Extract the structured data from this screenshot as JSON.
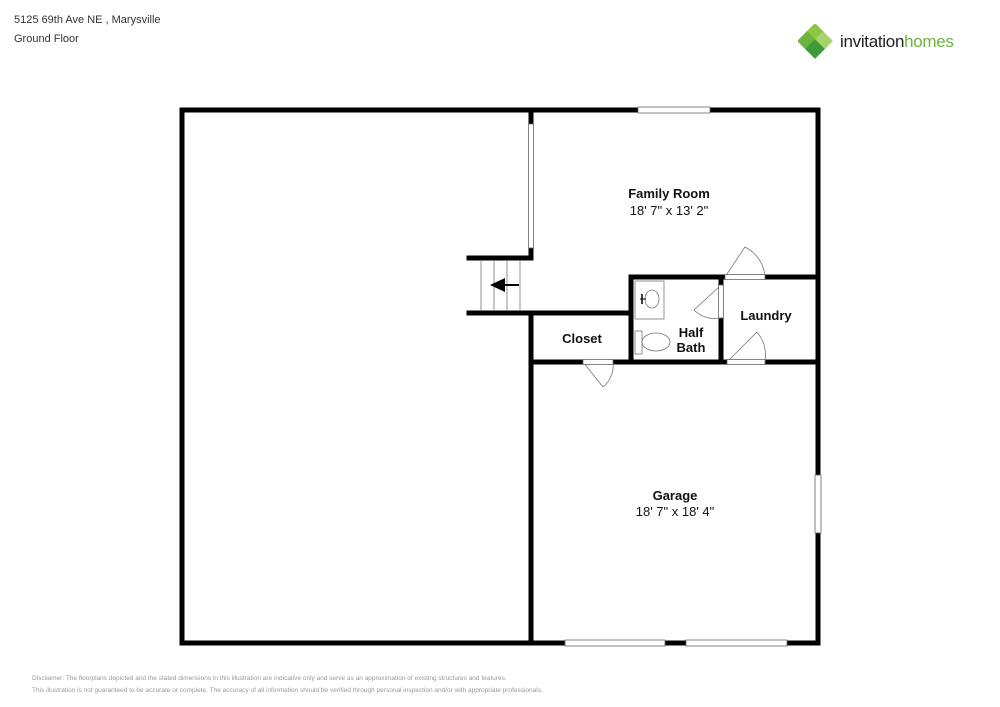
{
  "header": {
    "address": "5125 69th Ave NE , Marysville",
    "floor": "Ground Floor"
  },
  "logo": {
    "word1": "invitation",
    "word2": "homes",
    "colors": {
      "dark": "#222222",
      "green": "#6cb33f"
    }
  },
  "rooms": {
    "family_room": {
      "name": "Family Room",
      "dims": "18' 7\" x 13' 2\""
    },
    "garage": {
      "name": "Garage",
      "dims": "18' 7\" x 18' 4\""
    },
    "closet": {
      "name": "Closet"
    },
    "half_bath": {
      "name_line1": "Half",
      "name_line2": "Bath"
    },
    "laundry": {
      "name": "Laundry"
    }
  },
  "disclaimer": {
    "line1": "Disclaimer: The floorplans depicted and the stated dimensions in this illustration are indicative only and serve as an approximation of existing structures and features.",
    "line2": "This illustration is not guaranteed to be accurate or complete. The accuracy of all information should be verified through personal inspection and/or with appropriate professionals."
  }
}
